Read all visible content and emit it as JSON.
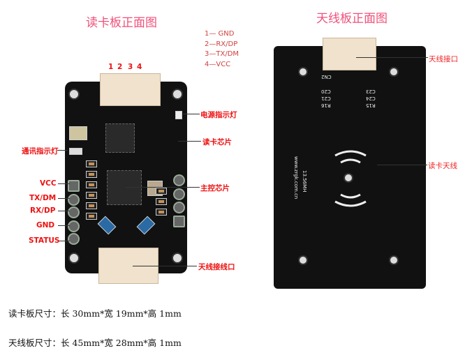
{
  "reader_board": {
    "title": "读卡板正面图",
    "pin_legend": [
      "1— GND",
      "2—RX/DP",
      "3—TX/DM",
      "4—VCC"
    ],
    "pin_numbers": [
      "1",
      "2",
      "3",
      "4"
    ],
    "labels": {
      "power_led": "电源指示灯",
      "reader_chip": "读卡芯片",
      "comm_led": "通讯指示灯",
      "main_chip": "主控芯片",
      "antenna_port": "天线接线口"
    },
    "side_pins": [
      "VCC",
      "TX/DM",
      "RX/DP",
      "GND",
      "STATUS"
    ]
  },
  "antenna_board": {
    "title": "天线板正面图",
    "labels": {
      "antenna_connector": "天线接口",
      "reader_antenna": "读卡天线"
    },
    "silkscreen": {
      "connector": "CN2",
      "components_left": [
        "R16",
        "C21",
        "C20"
      ],
      "components_right": [
        "R15",
        "C24",
        "C23"
      ],
      "freq": "13.56MH",
      "website": "www.zrgk.com.cn"
    }
  },
  "dimensions": [
    "读卡板尺寸：长 30mm*宽 19mm*高 1mm",
    "天线板尺寸：长 45mm*宽 28mm*高 1mm"
  ]
}
